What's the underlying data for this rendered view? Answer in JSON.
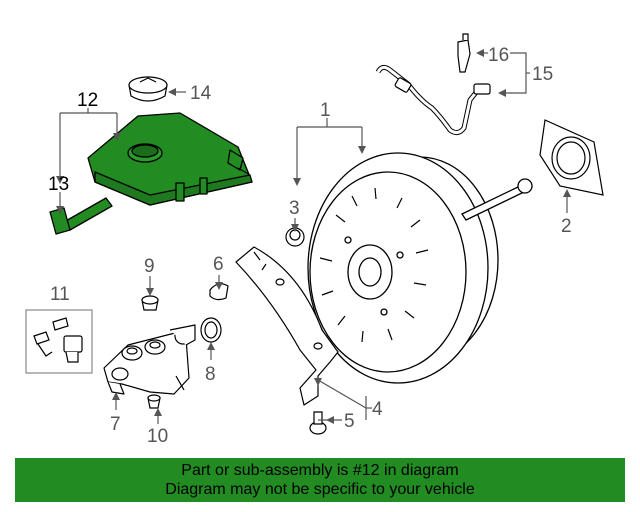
{
  "diagram": {
    "callouts": {
      "c1": "1",
      "c2": "2",
      "c3": "3",
      "c4": "4",
      "c5": "5",
      "c6": "6",
      "c7": "7",
      "c8": "8",
      "c9": "9",
      "c10": "10",
      "c11": "11",
      "c12": "12",
      "c13": "13",
      "c14": "14",
      "c15": "15",
      "c16": "16"
    },
    "highlight_color": "#228b22"
  },
  "banner": {
    "line1": "Part or sub-assembly is #12 in diagram",
    "line2": "Diagram may not be specific to your vehicle"
  }
}
